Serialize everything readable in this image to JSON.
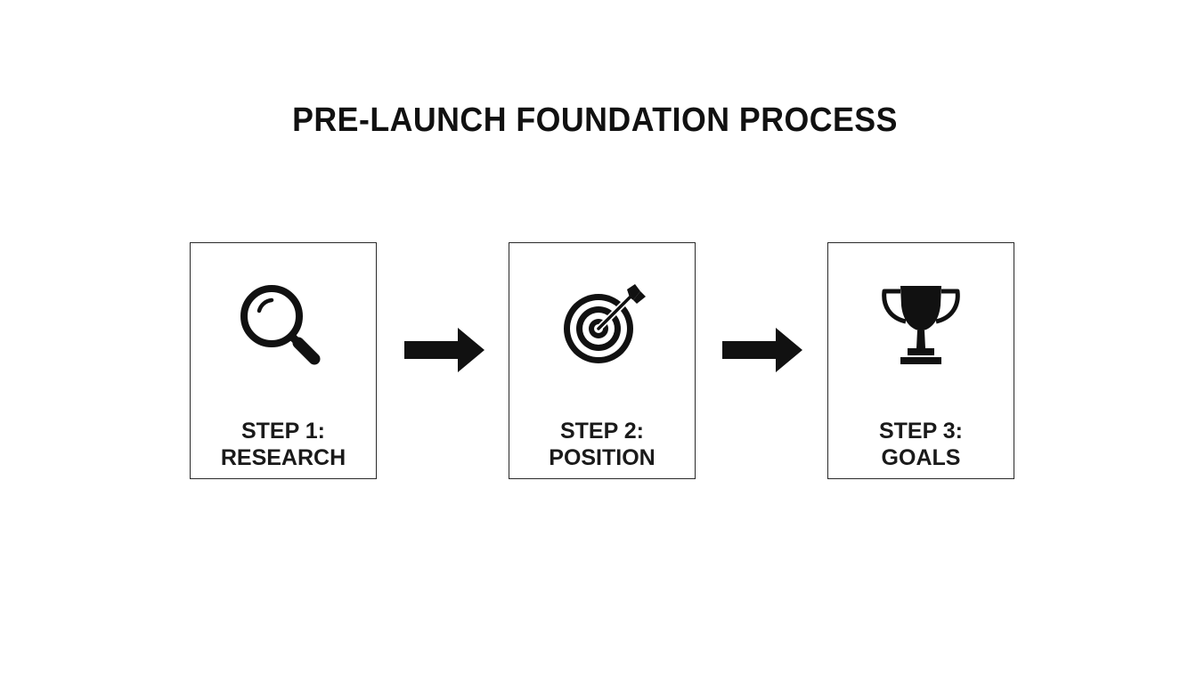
{
  "title": "PRE-LAUNCH FOUNDATION PROCESS",
  "steps": [
    {
      "line1": "STEP 1:",
      "line2": "RESEARCH",
      "icon": "magnifying-glass-icon"
    },
    {
      "line1": "STEP 2:",
      "line2": "POSITION",
      "icon": "target-icon"
    },
    {
      "line1": "STEP 3:",
      "line2": "GOALS",
      "icon": "trophy-icon"
    }
  ],
  "colors": {
    "ink": "#111111",
    "border": "#2a2a2a",
    "background": "#ffffff"
  }
}
